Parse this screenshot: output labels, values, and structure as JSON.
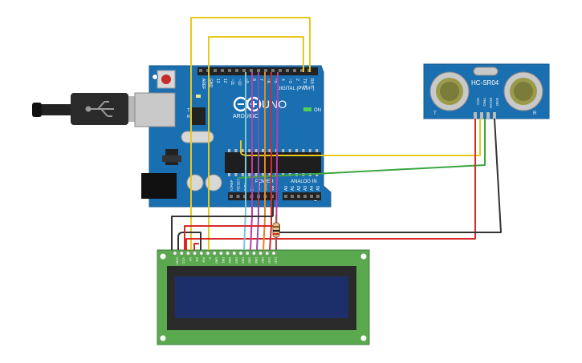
{
  "arduino": {
    "brand": "ARDUINO",
    "model": "UNO",
    "digital_label": "DIGITAL (PWM~)",
    "on_label": "ON",
    "power_label": "POWER",
    "analog_label": "ANALOG IN",
    "tx_label": "TX",
    "rx_label": "RX",
    "l_label": "L",
    "top_pins": [
      "AREF",
      "GND",
      "13",
      "12",
      "~11",
      "~10",
      "~9",
      "8",
      "7",
      "~6",
      "~5",
      "4",
      "~3",
      "2",
      "TX 1",
      "RX 0"
    ],
    "power_pins": [
      "IOREF",
      "RESET",
      "3.3V",
      "5V",
      "GND",
      "GND",
      "Vin"
    ],
    "analog_pins": [
      "A0",
      "A1",
      "A2",
      "A3",
      "A4",
      "A5"
    ]
  },
  "sensor": {
    "name": "HC-SR04",
    "pins": [
      "VCC",
      "TRIG",
      "ECHO",
      "GND"
    ],
    "side_left": "T",
    "side_right": "R"
  },
  "lcd": {
    "pins": [
      "GND",
      "VCC",
      "V0",
      "RS",
      "RW",
      "E",
      "DB0",
      "DB1",
      "DB2",
      "DB3",
      "DB4",
      "DB5",
      "DB6",
      "DB7",
      "LED",
      "LED"
    ]
  },
  "colors": {
    "board": "#1a6fb0",
    "board_dark": "#145a91",
    "lcd_pcb": "#5aa94f",
    "lcd_screen": "#1d2f6b",
    "sensor_pcb": "#1a6fb0",
    "wire_yellow": "#e9c81c",
    "wire_red": "#d62a2a",
    "wire_black": "#333333",
    "wire_green": "#3aa640",
    "wire_cyan": "#79c6d4",
    "wire_magenta": "#c23aa8",
    "wire_purple": "#8c4bb5",
    "wire_orange": "#e7832a",
    "wire_brown": "#8a5a2b"
  }
}
